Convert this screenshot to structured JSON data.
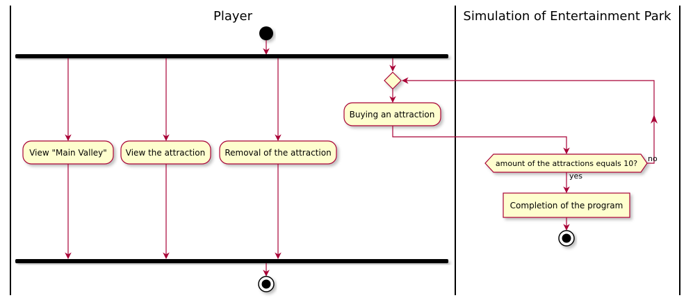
{
  "lanes": {
    "player": "Player",
    "park": "Simulation of Entertainment Park"
  },
  "nodes": {
    "view_main_valley": "View \"Main Valley\"",
    "view_attraction": "View the attraction",
    "removal_attraction": "Removal of the attraction",
    "buying_attraction": "Buying an attraction",
    "condition": "amount of the attractions equals 10?",
    "completion": "Completion of the program"
  },
  "branches": {
    "no": "no",
    "yes": "yes"
  },
  "colors": {
    "node_fill": "#FEFECE",
    "node_border": "#A80036",
    "arrow": "#A80036",
    "bar": "#000000",
    "lane_border": "#000000"
  }
}
